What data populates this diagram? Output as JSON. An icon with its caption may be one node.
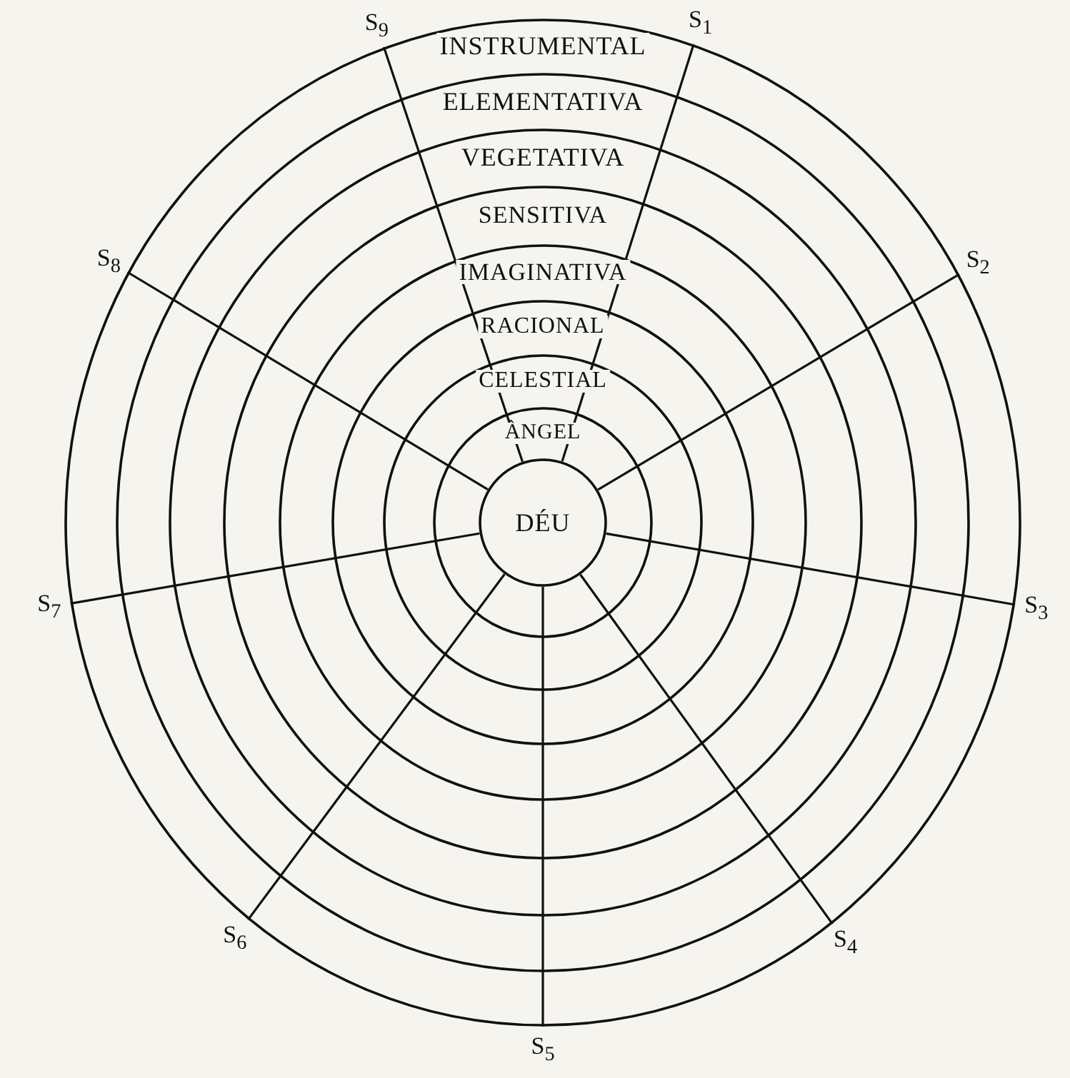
{
  "diagram": {
    "nodes": [
      {
        "text": [
          "INSTRUMENTAL"
        ]
      },
      {
        "text": [
          "ELEMENTATIVA"
        ],
        "in": 0
      },
      {
        "text": [
          "VEGETATIVA"
        ],
        "in": 1
      },
      {
        "text": [
          "SENSITIVA"
        ],
        "in": 2
      },
      {
        "text": [
          "IMAGINATIVA"
        ],
        "in": 3
      },
      {
        "text": [
          "RACIONAL"
        ],
        "in": 4
      },
      {
        "text": [
          "CELESTIAL"
        ],
        "in": 5
      },
      {
        "text": [
          "ÀNGEL"
        ],
        "in": 6
      },
      {
        "text": [
          "DÉU"
        ],
        "in": 7
      }
    ],
    "edges": [],
    "labels": [
      "S$_{9}$",
      "S$_{1}$",
      "S$_{8}$",
      "S$_{2}$",
      "S$_{7}$",
      "S$_{3}$",
      "S$_{6}$",
      "S$_{4}$",
      "S$_{5}$"
    ]
  }
}
